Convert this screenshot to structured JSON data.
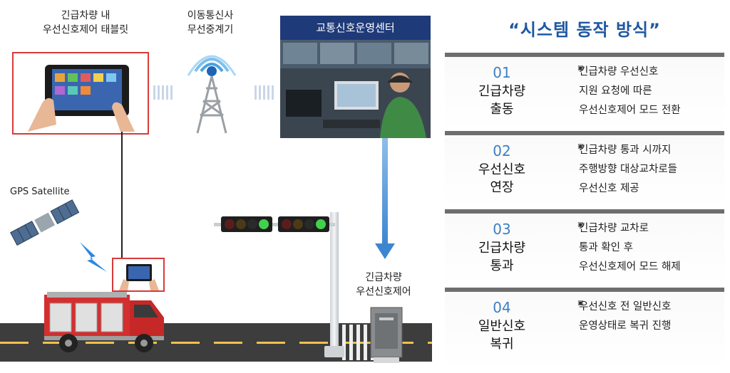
{
  "labels": {
    "tablet_label": "긴급차량 내\n우선신호제어 태블릿",
    "relay_label": "이동통신사\n무선중계기",
    "center_label": "교통신호운영센터",
    "gps_label": "GPS Satellite",
    "controller_label": "긴급차량\n우선신호제어"
  },
  "system": {
    "title": "“시스템 동작 방식”",
    "steps": [
      {
        "num": "01",
        "name": "긴급차량\n출동",
        "desc": [
          "긴급차량 우선신호",
          "지원 요청에 따른",
          "우선신호제어 모드 전환"
        ]
      },
      {
        "num": "02",
        "name": "우선신호\n연장",
        "desc": [
          "긴급차량 통과 시까지",
          "주행방향 대상교차로들",
          "우선신호 제공"
        ]
      },
      {
        "num": "03",
        "name": "긴급차량\n통과",
        "desc": [
          "긴급차량 교차로",
          "통과 확인 후",
          "우선신호제어 모드 해제"
        ]
      },
      {
        "num": "04",
        "name": "일반신호\n복귀",
        "desc": [
          "우선신호 전 일반신호",
          "운영상태로 복귀 진행"
        ]
      }
    ]
  },
  "colors": {
    "accent_blue": "#1f58a0",
    "center_bg": "#1f3a78",
    "highlight_red": "#d83a3a",
    "signal_green": "#3fd24a",
    "truck_red": "#d32f2f"
  },
  "icons": [
    "tablet-icon",
    "tower-icon",
    "satellite-icon",
    "fire-truck-icon",
    "traffic-light-icon",
    "signal-controller-icon",
    "operator-icon"
  ]
}
